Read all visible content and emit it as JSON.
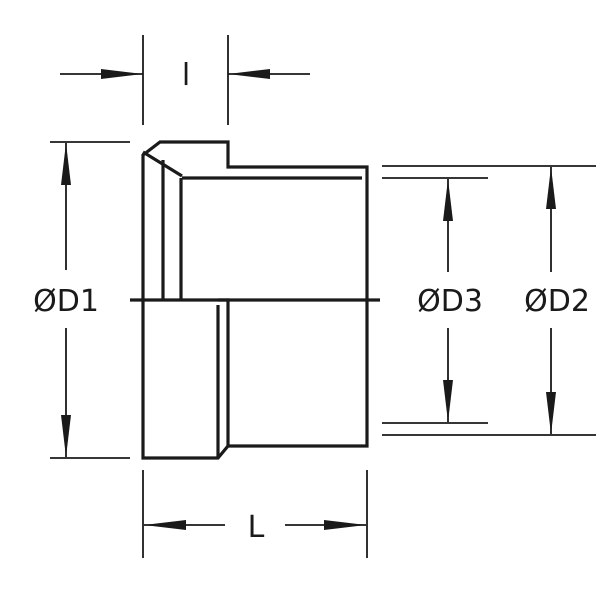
{
  "labels": {
    "l": "l",
    "L": "L",
    "d1": "D1",
    "d2": "D2",
    "d3": "D3",
    "diameter_symbol": "Ø"
  },
  "colors": {
    "line": "#1a1a1a",
    "background": "#ffffff"
  }
}
